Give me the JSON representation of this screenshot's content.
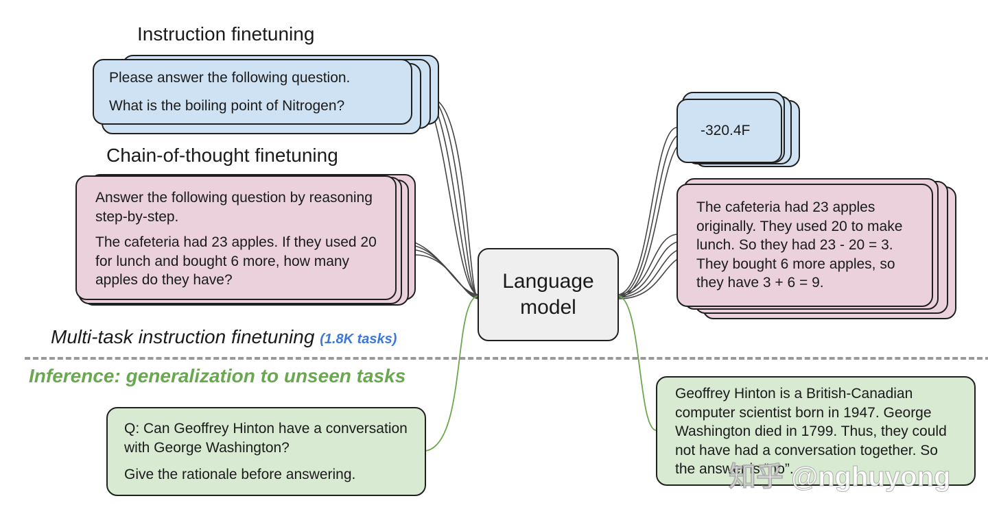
{
  "headings": {
    "instruction": "Instruction finetuning",
    "cot": "Chain-of-thought finetuning",
    "multi_task": "Multi-task instruction finetuning",
    "multi_task_count": "(1.8K tasks)",
    "inference": "Inference: generalization to unseen tasks"
  },
  "model": {
    "label": "Language model"
  },
  "inputs": {
    "instruction": {
      "line1": "Please answer the following question.",
      "line2": "What is the boiling point of Nitrogen?"
    },
    "cot": {
      "line1": "Answer the following question by reasoning step-by-step.",
      "line2": "The cafeteria had 23 apples. If they used 20 for lunch and bought 6 more, how many apples do they have?"
    },
    "inference": {
      "line1": "Q: Can Geoffrey Hinton have a conversation with George Washington?",
      "line2": "Give the rationale before answering."
    }
  },
  "outputs": {
    "instruction": "-320.4F",
    "cot": "The cafeteria had 23 apples originally. They used 20 to make lunch. So they had 23 - 20 = 3. They bought 6 more apples, so they have 3 + 6 = 9.",
    "inference": "Geoffrey Hinton is a British-Canadian computer scientist born in 1947. George Washington died in 1799. Thus, they could not have had a conversation together. So the answer is “no”."
  },
  "watermark": "知乎 @nghuyong",
  "colors": {
    "instruction_card": "#cfe2f3",
    "cot_card": "#ead1dc",
    "inference_card": "#d9ead3",
    "model_box": "#efefef",
    "inference_text": "#6aa84f",
    "task_count": "#3c78d8",
    "divider": "#999999",
    "finetune_links": "#444444",
    "inference_links": "#6aa84f"
  }
}
